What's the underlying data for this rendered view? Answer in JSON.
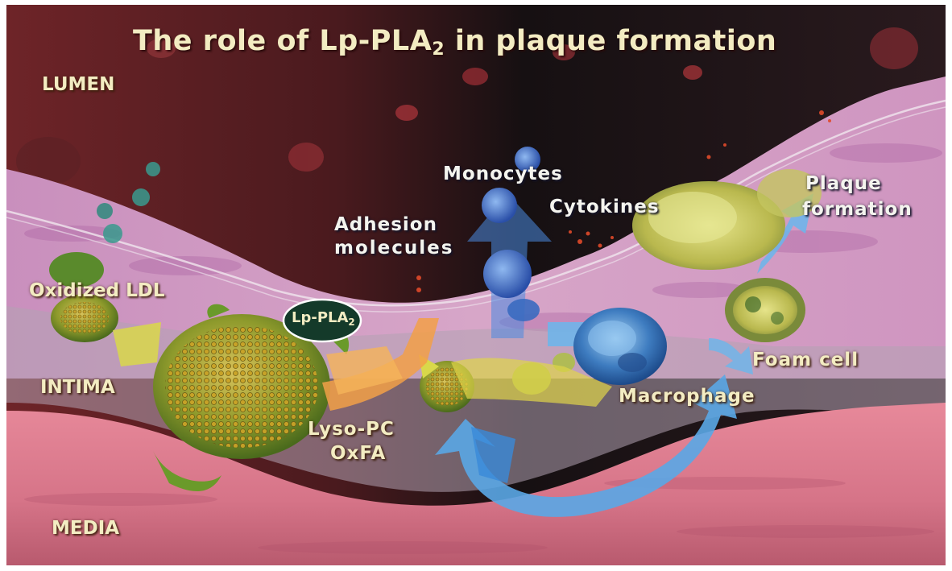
{
  "title": {
    "main": "The role of Lp-PLA",
    "sub": "2",
    "rest": " in plaque formation"
  },
  "labels": {
    "lumen": "LUMEN",
    "monocytes": "Monocytes",
    "cytokines": "Cytokines",
    "plaque_line1": "Plaque",
    "plaque_line2": "formation",
    "adhesion_line1": "Adhesion",
    "adhesion_line2": "molecules",
    "oxidized_ldl": "Oxidized LDL",
    "lppla_main": "Lp-PLA",
    "lppla_sub": "2",
    "foam_cell": "Foam cell",
    "intima": "INTIMA",
    "macrophage": "Macrophage",
    "lyso_pc": "Lyso-PC",
    "oxfa": "OxFA",
    "media": "MEDIA"
  },
  "colors": {
    "lumen_dark": "#1c1416",
    "lumen_red": "#7a2a2e",
    "intima_pink": "#d8a0c4",
    "media_pink": "#e98a98",
    "label_cream": "#f3ecc2",
    "arrow_blue": "#5aa7e6",
    "arrow_orange": "#f2a048",
    "cell_green": "#9bb23a"
  }
}
